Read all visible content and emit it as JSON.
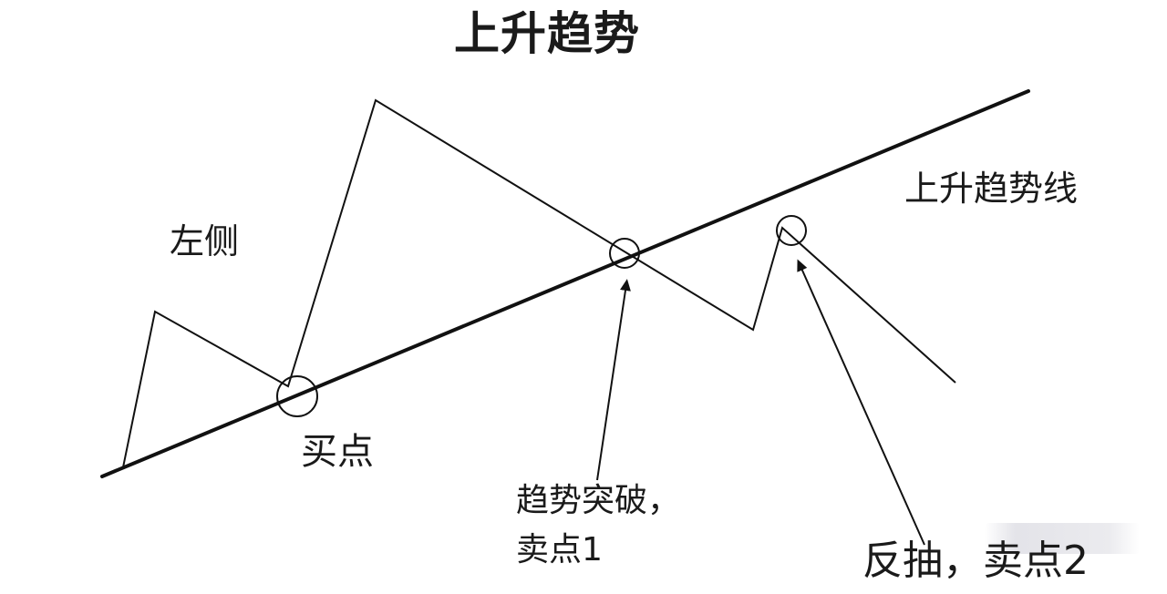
{
  "title": "上升趋势",
  "labels": {
    "trendline": "上升趋势线",
    "left": "左侧",
    "buy_point": "买点",
    "trend_break_line1": "趋势突破，",
    "trend_break_line2": "卖点1",
    "pullback_sell2": "反抽，卖点2"
  },
  "colors": {
    "ink": "#111111",
    "background": "#ffffff"
  }
}
